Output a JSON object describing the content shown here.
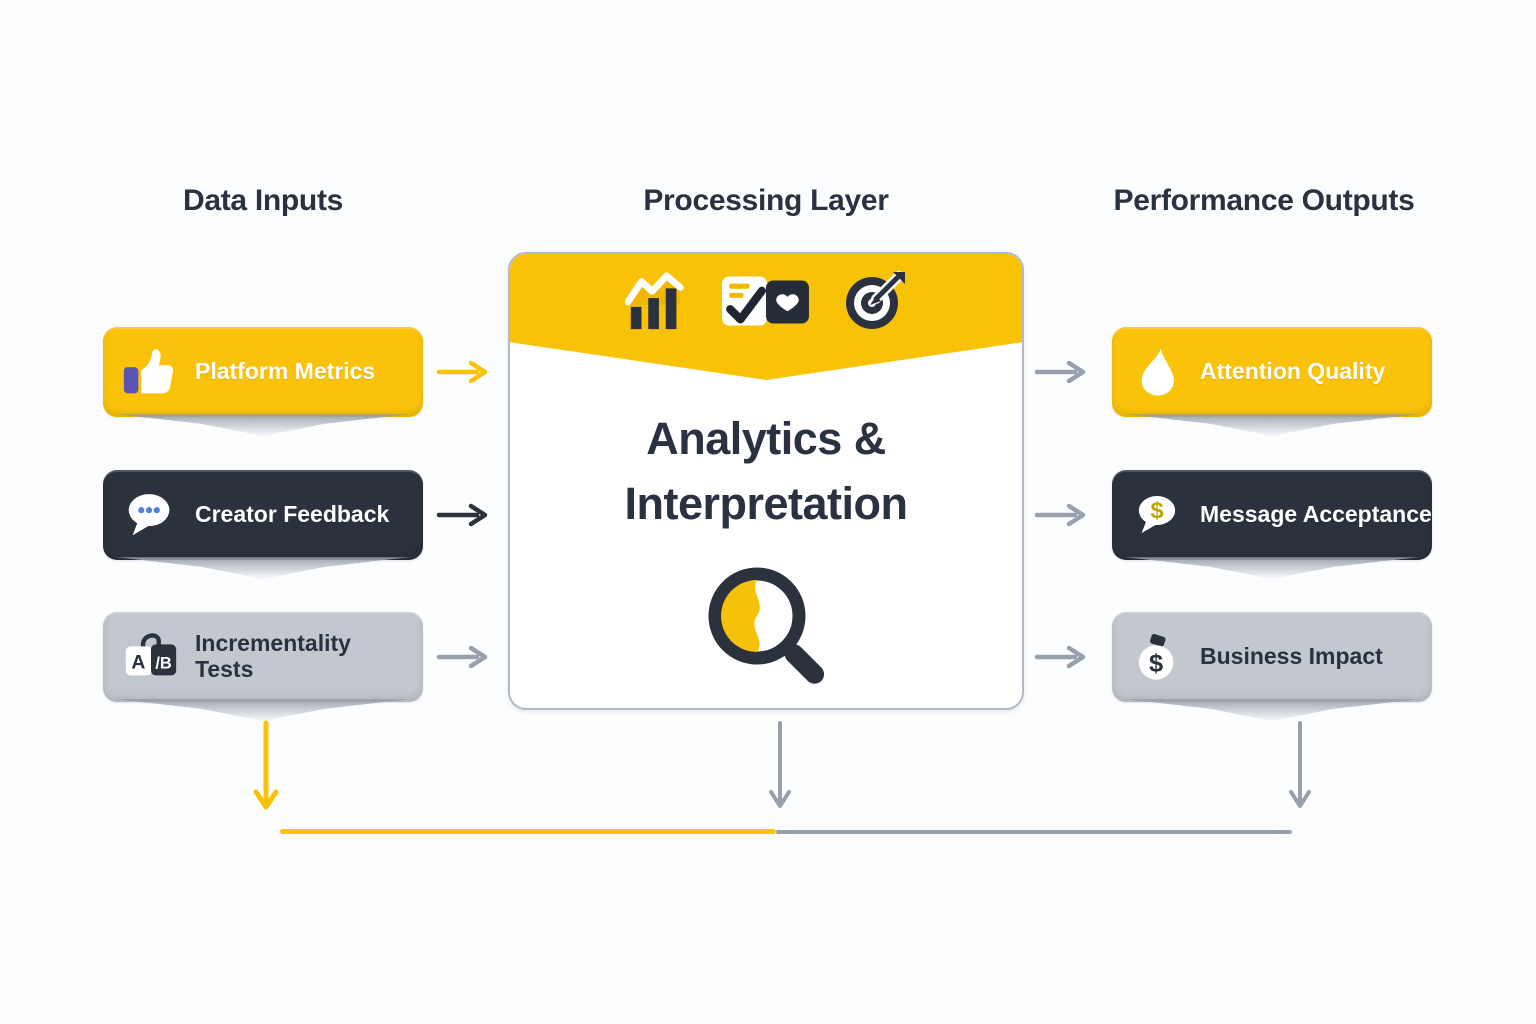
{
  "titles": {
    "inputs": "Data Inputs",
    "processing": "Processing Layer",
    "outputs": "Performance Outputs"
  },
  "inputs": {
    "items": [
      {
        "label": "Platform Metrics",
        "icon": "thumbs-up-icon",
        "variant": "yellow",
        "arrow_color": "#fac30a"
      },
      {
        "label": "Creator Feedback",
        "icon": "chat-bubble-icon",
        "variant": "dark",
        "arrow_color": "#2b313d"
      },
      {
        "label": "Incrementality Tests",
        "icon": "ab-test-icon",
        "variant": "gray",
        "arrow_color": "#98a0ad"
      }
    ]
  },
  "processing": {
    "card_title": "Analytics & Interpretation",
    "header_icons": [
      "bar-chart-icon",
      "checklist-heart-icon",
      "target-dart-icon"
    ],
    "center_icon": "magnifier-icon"
  },
  "outputs": {
    "items": [
      {
        "label": "Attention Quality",
        "icon": "water-drop-icon",
        "variant": "yellow",
        "arrow_color": "#98a0ad"
      },
      {
        "label": "Message Acceptance",
        "icon": "dollar-chat-icon",
        "variant": "dark",
        "arrow_color": "#98a0ad"
      },
      {
        "label": "Business Impact",
        "icon": "money-bag-icon",
        "variant": "gray",
        "arrow_color": "#98a0ad"
      }
    ]
  },
  "ab_icon": {
    "left": "A",
    "right": "/B"
  },
  "currency_symbol": "$",
  "colors": {
    "accent_yellow": "#fac30a",
    "band_yellow": "#f8c307",
    "dark_slate": "#2b313d",
    "gray_node": "#c3c7ce",
    "arrow_gray": "#98a0ad",
    "purple_cuff": "#5a55b5",
    "blue_dots": "#4d82d8",
    "card_border": "#b3bac6",
    "text_dark": "#2a3140"
  }
}
